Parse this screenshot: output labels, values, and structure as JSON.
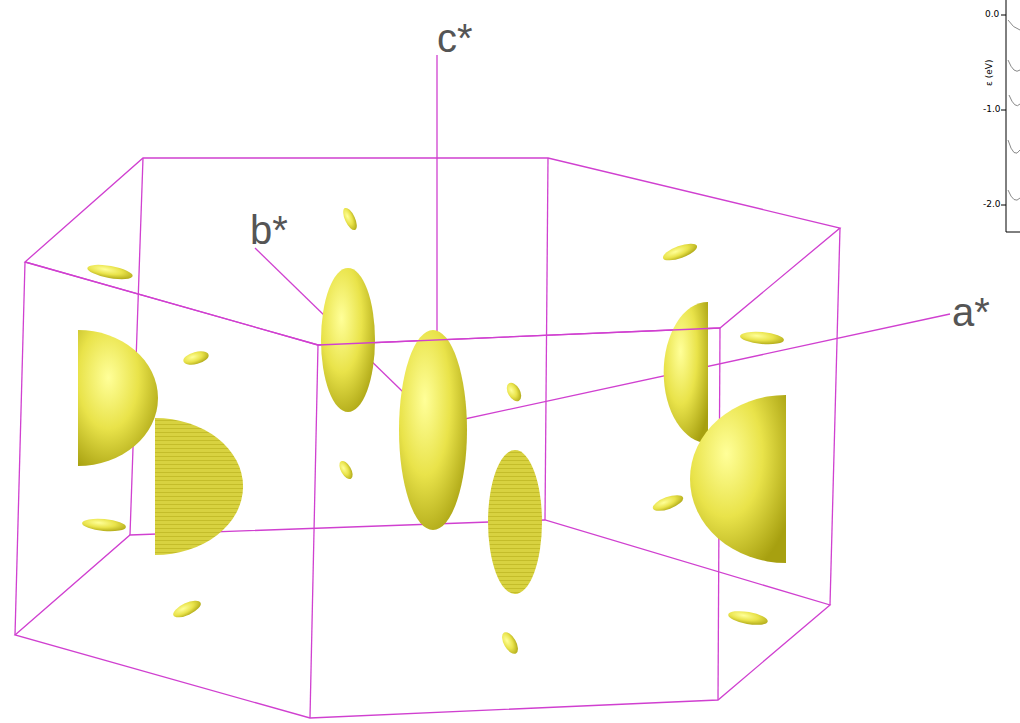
{
  "diagram": {
    "labels": [
      "c*",
      "b*",
      "a*",
      "0.0",
      "-1.0",
      "-2.0",
      "ε (eV)"
    ]
  }
}
